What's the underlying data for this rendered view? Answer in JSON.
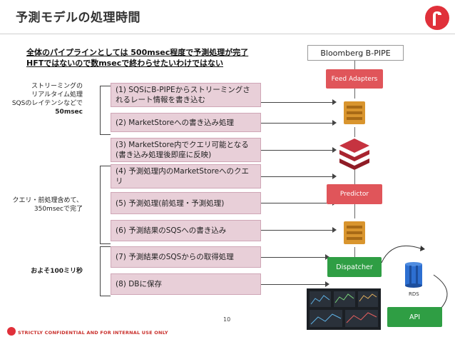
{
  "title": "予測モデルの処理時間",
  "summary": {
    "line1": "全体のパイプラインとしては 500msec程度で予測処理が完了",
    "line2": "HFTではないので数msecで終わらせたいわけではない"
  },
  "side_notes": {
    "streaming_lines": [
      "ストリーミングの",
      "リアルタイム処理",
      "SQSのレイテンシなどで"
    ],
    "streaming_value": "50msec",
    "query_line": "クエリ・前処理含めて、",
    "query_value": "350msecで完了",
    "approx": "およそ100ミリ秒"
  },
  "steps": [
    {
      "label": "(1) SQSにB-PIPEからストリーミングされるレート情報を書き込む"
    },
    {
      "label": "(2) MarketStoreへの書き込み処理"
    },
    {
      "label": "(3) MarketStore内でクエリ可能となる(書き込み処理後即座に反映)"
    },
    {
      "label": "(4) 予測処理内のMarketStoreへのクエリ"
    },
    {
      "label": "(5) 予測処理(前処理・予測処理)"
    },
    {
      "label": "(6) 予測結果のSQSへの書き込み"
    },
    {
      "label": "(7) 予測結果のSQSからの取得処理"
    },
    {
      "label": "(8) DBに保存"
    }
  ],
  "architecture": {
    "source": "Bloomberg B-PIPE",
    "feed_adapters": "Feed Adapters",
    "predictor": "Predictor",
    "dispatcher": "Dispatcher",
    "rds": "RDS",
    "api": "API"
  },
  "footer": {
    "confidential": "STRICTLY CONFIDENTIAL AND FOR INTERNAL USE ONLY",
    "page": "10"
  },
  "colors": {
    "accent_red": "#e0555a",
    "step_fill": "#e8cfd8",
    "green": "#2f9e44",
    "sqs_orange": "#d9952e",
    "store_red": "#c63340",
    "rds_blue": "#2d6fd1"
  },
  "icons": [
    "brand-logo-icon",
    "sqs-queue-icon",
    "marketstore-stack-icon",
    "rds-database-icon",
    "dashboard-thumbnail-icon"
  ]
}
